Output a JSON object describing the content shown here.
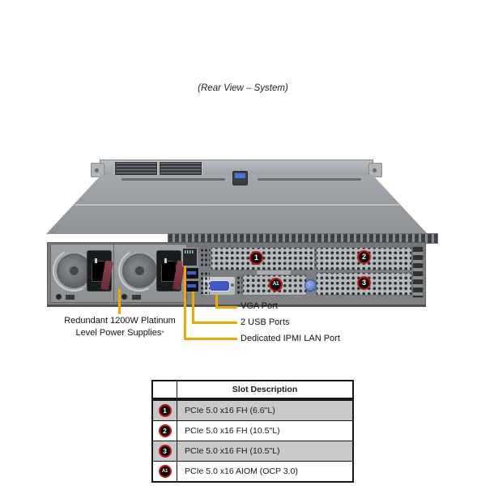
{
  "title": "(Rear View – System)",
  "diagram": {
    "labels": {
      "psu_line1": "Redundant 1200W Platinum",
      "psu_line2": "Level Power Supplies",
      "psu_asterisk": "*",
      "vga": "VGA Port",
      "usb": "2 USB Ports",
      "ipmi": "Dedicated IPMI LAN Port"
    },
    "callouts": {
      "slot1": "1",
      "slot2": "2",
      "slot3": "3",
      "aiom": "A1"
    },
    "colors": {
      "callout_line": "#F0A800",
      "callout_ring": "#C81414",
      "asterisk": "#CC0000",
      "table_shaded_row": "#C9C9C9"
    }
  },
  "table": {
    "header": "Slot Description",
    "rows": [
      {
        "badge": "1",
        "description": "PCIe 5.0 x16 FH (6.6\"L)"
      },
      {
        "badge": "2",
        "description": "PCIe 5.0 x16 FH (10.5\"L)"
      },
      {
        "badge": "3",
        "description": "PCIe 5.0 x16 FH (10.5\"L)"
      },
      {
        "badge": "A1",
        "description": "PCIe 5.0 x16 AIOM (OCP 3.0)"
      }
    ]
  }
}
